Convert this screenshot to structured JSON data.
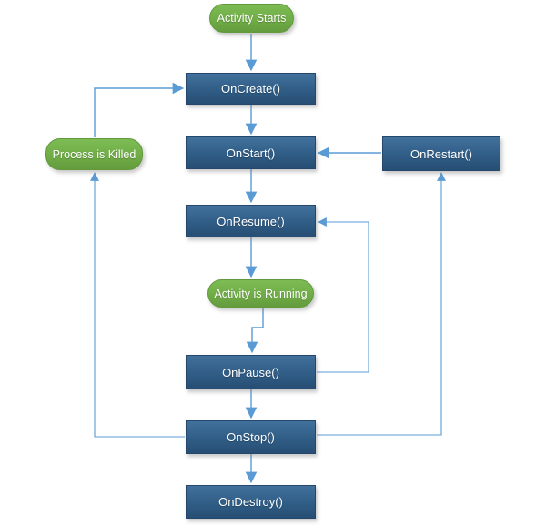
{
  "diagram": {
    "type": "flowchart",
    "subject": "activity-lifecycle",
    "colors": {
      "background": "#ffffff",
      "process_fill_top": "#41719c",
      "process_fill_bottom": "#274e74",
      "process_border": "#24476b",
      "terminal_fill": "#70ad47",
      "terminal_border": "#61993c",
      "connector": "#5b9bd5",
      "label_text": "#ffffff"
    },
    "nodes": {
      "activity_starts": {
        "label": "Activity Starts",
        "shape": "rounded"
      },
      "on_create": {
        "label": "OnCreate()",
        "shape": "rect"
      },
      "on_start": {
        "label": "OnStart()",
        "shape": "rect"
      },
      "on_restart": {
        "label": "OnRestart()",
        "shape": "rect"
      },
      "on_resume": {
        "label": "OnResume()",
        "shape": "rect"
      },
      "activity_running": {
        "label": "Activity is Running",
        "shape": "rounded"
      },
      "on_pause": {
        "label": "OnPause()",
        "shape": "rect"
      },
      "on_stop": {
        "label": "OnStop()",
        "shape": "rect"
      },
      "on_destroy": {
        "label": "OnDestroy()",
        "shape": "rect"
      },
      "process_killed": {
        "label": "Process is Killed",
        "shape": "rounded"
      }
    },
    "edges": [
      {
        "from": "activity_starts",
        "to": "on_create"
      },
      {
        "from": "on_create",
        "to": "on_start"
      },
      {
        "from": "on_start",
        "to": "on_resume"
      },
      {
        "from": "on_resume",
        "to": "activity_running"
      },
      {
        "from": "activity_running",
        "to": "on_pause"
      },
      {
        "from": "on_pause",
        "to": "on_stop"
      },
      {
        "from": "on_stop",
        "to": "on_destroy"
      },
      {
        "from": "on_pause",
        "to": "on_resume"
      },
      {
        "from": "on_stop",
        "to": "on_restart"
      },
      {
        "from": "on_restart",
        "to": "on_start"
      },
      {
        "from": "on_stop",
        "to": "process_killed"
      },
      {
        "from": "process_killed",
        "to": "on_create"
      }
    ]
  }
}
